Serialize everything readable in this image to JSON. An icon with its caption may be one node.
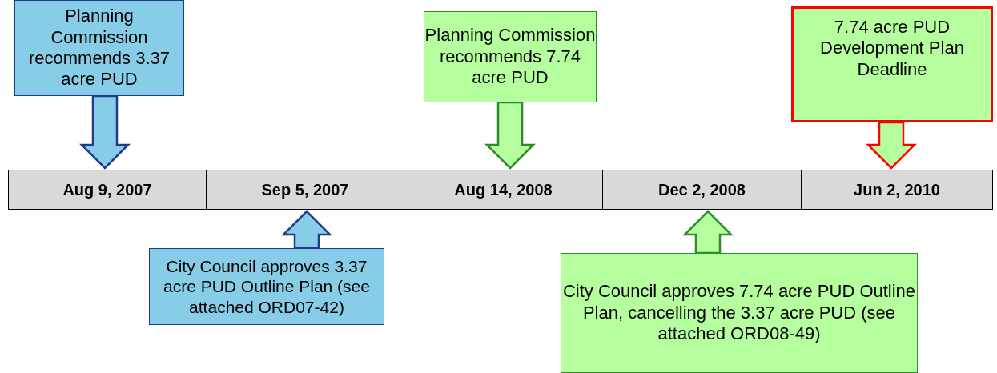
{
  "diagram": {
    "nodes": [
      {
        "text": [
          "Planning Commission recommends 3.37 acre PUD"
        ]
      },
      {
        "text": [
          "Planning Commission recommends 7.74 acre PUD"
        ]
      },
      {
        "text": [
          "7.74 acre PUD Development Plan Deadline"
        ]
      },
      {
        "text": [
          "Aug 9, 2007"
        ]
      },
      {
        "text": [
          "Sep 5, 2007"
        ]
      },
      {
        "text": [
          "Aug 14, 2008"
        ]
      },
      {
        "text": [
          "Dec 2, 2008"
        ]
      },
      {
        "text": [
          "Jun 2, 2010"
        ]
      },
      {
        "text": [
          "City Council approves 3.37 acre PUD Outline Plan (see attached ORD07-42)"
        ]
      },
      {
        "text": [
          "City Council approves 7.74 acre PUD Outline Plan, cancelling the 3.37 acre PUD (see attached ORD08-49)"
        ]
      }
    ],
    "edges": [
      {
        "from": 0,
        "to": 3,
        "arrow": "to",
        "color": "#1f3c88"
      },
      {
        "from": 1,
        "to": 5,
        "arrow": "to",
        "color": "#2e8b2e"
      },
      {
        "from": 2,
        "to": 7,
        "arrow": "to",
        "color": "#ff0000"
      },
      {
        "from": 8,
        "to": 4,
        "arrow": "to",
        "color": "#1f3c88"
      },
      {
        "from": 9,
        "to": 6,
        "arrow": "to",
        "color": "#2e8b2e"
      }
    ]
  }
}
